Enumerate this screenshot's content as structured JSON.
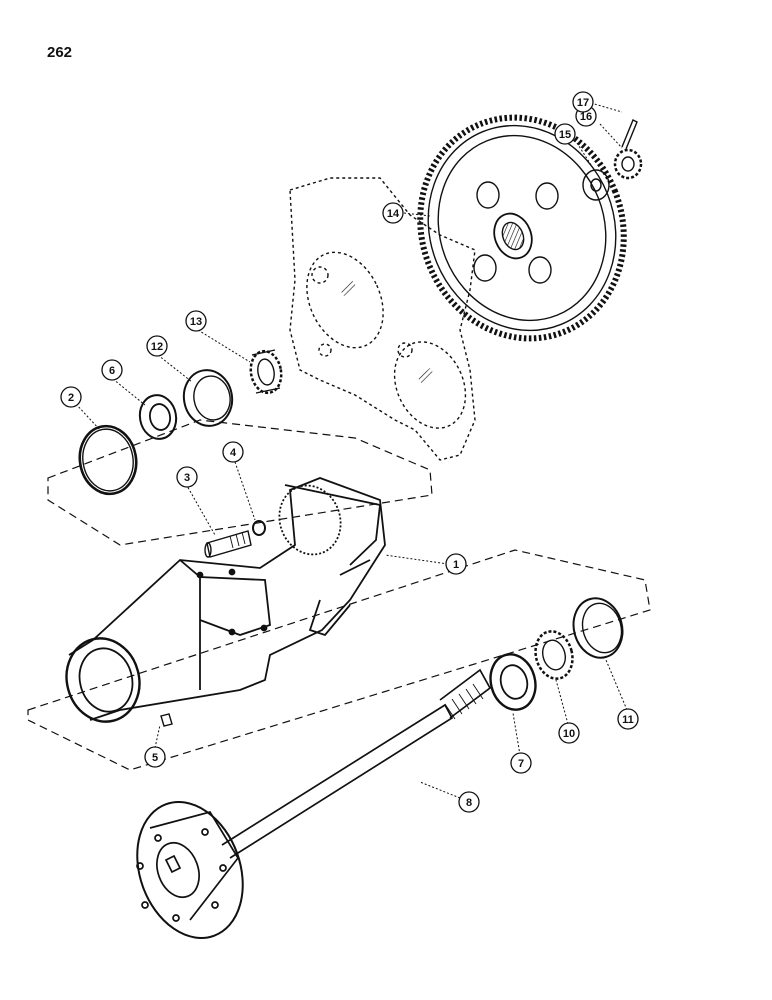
{
  "page": {
    "number": "262"
  },
  "callouts": [
    {
      "id": "1",
      "label": "1"
    },
    {
      "id": "2",
      "label": "2"
    },
    {
      "id": "3",
      "label": "3"
    },
    {
      "id": "4",
      "label": "4"
    },
    {
      "id": "5",
      "label": "5"
    },
    {
      "id": "6",
      "label": "6"
    },
    {
      "id": "7",
      "label": "7"
    },
    {
      "id": "8",
      "label": "8"
    },
    {
      "id": "10",
      "label": "10"
    },
    {
      "id": "11",
      "label": "11"
    },
    {
      "id": "12",
      "label": "12"
    },
    {
      "id": "13",
      "label": "13"
    },
    {
      "id": "14",
      "label": "14"
    },
    {
      "id": "15",
      "label": "15"
    },
    {
      "id": "16",
      "label": "16"
    },
    {
      "id": "17",
      "label": "17"
    }
  ],
  "colors": {
    "ink": "#111111",
    "paper": "#ffffff"
  }
}
